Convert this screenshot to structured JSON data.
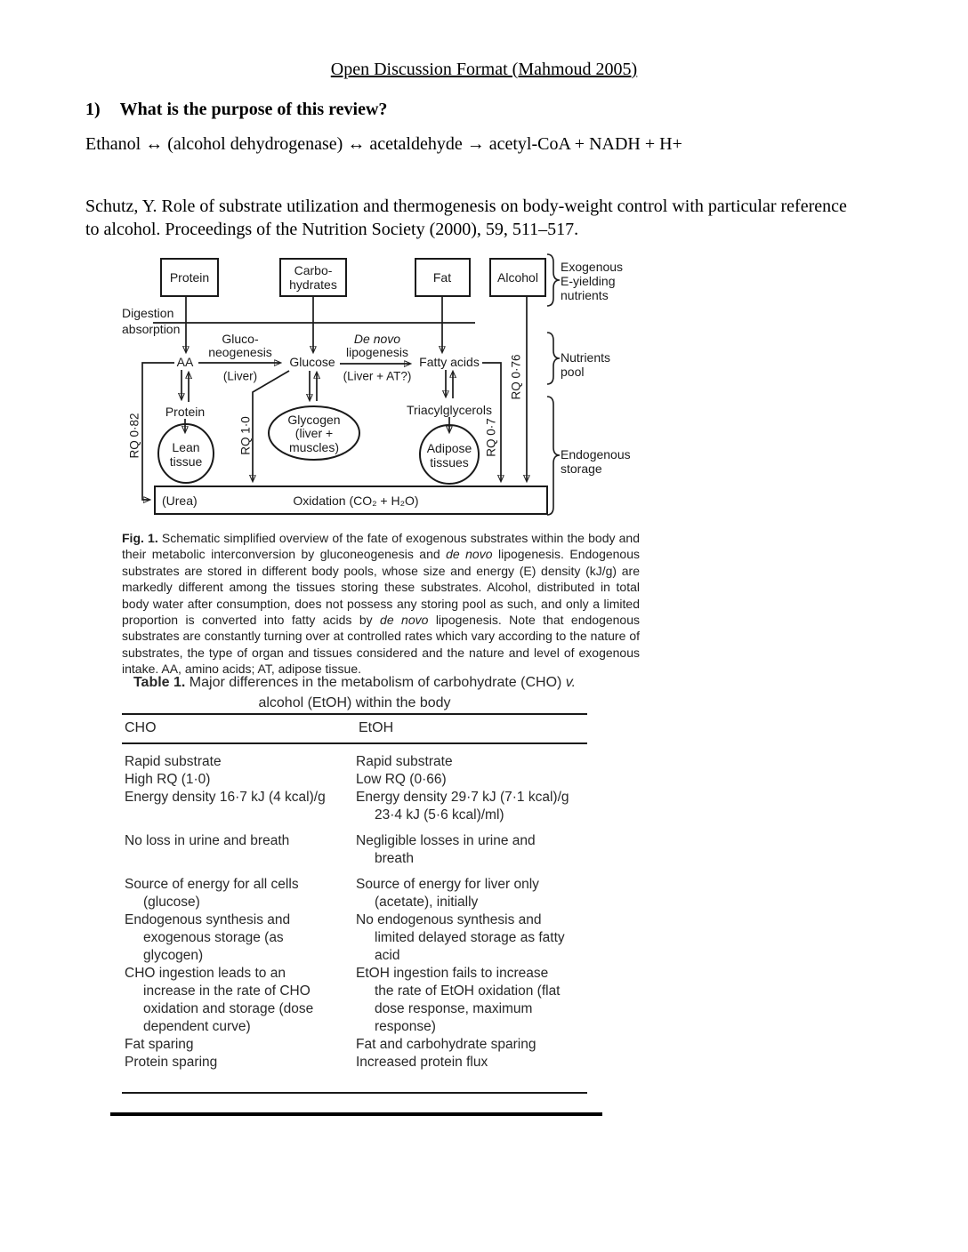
{
  "doc": {
    "title": "Open Discussion Format (Mahmoud 2005)",
    "question_number": "1)",
    "question_text": "What is the purpose of this review?",
    "equation": "Ethanol ↔ (alcohol dehydrogenase) ↔ acetaldehyde → acetyl-CoA + NADH + H+",
    "citation_lines": [
      "Schutz, Y. Role of substrate utilization and thermogenesis on body-weight control with particular reference",
      "to alcohol. Proceedings of the Nutrition Society (2000), 59, 511–517."
    ]
  },
  "figure": {
    "box_protein": "Protein",
    "box_carbo_1": "Carbo-",
    "box_carbo_2": "hydrates",
    "box_fat": "Fat",
    "box_alcohol": "Alcohol",
    "digestion_1": "Digestion",
    "digestion_2": "absorption",
    "aa": "AA",
    "glucose": "Glucose",
    "fatty_acids": "Fatty acids",
    "gluconeo_1": "Gluco-",
    "gluconeo_2": "neogenesis",
    "gluconeo_sub": "(Liver)",
    "denovo_1": "De novo",
    "denovo_2": "lipogenesis",
    "denovo_sub": "(Liver + AT?)",
    "protein_pool": "Protein",
    "lean_1": "Lean",
    "lean_2": "tissue",
    "glycogen_1": "Glycogen",
    "glycogen_2": "(liver +",
    "glycogen_3": "muscles)",
    "triacyl": "Triacylglycerols",
    "adipose_1": "Adipose",
    "adipose_2": "tissues",
    "rq_082": "RQ 0·82",
    "rq_10": "RQ 1·0",
    "rq_07": "RQ 0·7",
    "rq_076": "RQ 0·76",
    "urea": "(Urea)",
    "oxidation": "Oxidation (CO₂ + H₂O)",
    "brace_exo_1": "Exogenous",
    "brace_exo_2": "E-yielding",
    "brace_exo_3": "nutrients",
    "brace_nut_1": "Nutrients",
    "brace_nut_2": "pool",
    "brace_endo_1": "Endogenous",
    "brace_endo_2": "storage",
    "caption_segments": [
      {
        "t": "Fig. 1.",
        "b": 1
      },
      {
        "t": " Schematic simplified overview of the fate of exogenous substrates within the body and their metabolic interconversion by gluconeogenesis and "
      },
      {
        "t": "de novo",
        "i": 1
      },
      {
        "t": " lipogenesis. Endogenous substrates are stored in different body pools, whose size and energy (E) density (kJ/g) are markedly different among the tissues storing these substrates. Alcohol, distributed in total body water after consumption, does not possess any storing pool as such, and only a limited proportion is converted into fatty acids by "
      },
      {
        "t": "de novo",
        "i": 1
      },
      {
        "t": " lipogenesis. Note that endogenous substrates are constantly turning over at controlled rates which vary according to the nature of substrates, the type of organ and tissues considered and the nature and level of exogenous intake. AA, amino acids; AT, adipose tissue."
      }
    ]
  },
  "table": {
    "title_segments": [
      {
        "t": "Table 1.",
        "b": 1
      },
      {
        "t": "  Major differences in the metabolism of carbohydrate (CHO) "
      },
      {
        "t": "v.",
        "i": 1
      },
      {
        "t": " alcohol (EtOH) within the body"
      }
    ],
    "headers": [
      "CHO",
      "EtOH"
    ],
    "rows": [
      {
        "cho": "Rapid substrate",
        "etoh": "Rapid substrate"
      },
      {
        "cho": "High RQ (1·0)",
        "etoh": "Low RQ (0·66)"
      },
      {
        "cho": "Energy density 16·7 kJ (4 kcal)/g",
        "etoh": "Energy density 29·7 kJ (7·1 kcal)/g\n23·4 kJ (5·6 kcal)/ml)"
      },
      {
        "cho": "No loss in urine and breath",
        "etoh": "Negligible losses in urine and\nbreath"
      },
      {
        "cho": "Source of energy for all cells\n(glucose)",
        "etoh": "Source of energy for liver only\n(acetate), initially"
      },
      {
        "cho": "Endogenous synthesis and\nexogenous storage (as\nglycogen)",
        "etoh": "No endogenous synthesis and\nlimited delayed storage as fatty\nacid"
      },
      {
        "cho": "CHO ingestion leads to an\nincrease in the rate of CHO\noxidation and storage (dose\ndependent curve)",
        "etoh": "EtOH ingestion fails to increase\nthe rate of EtOH oxidation (flat\ndose response, maximum\nresponse)"
      },
      {
        "cho": "Fat sparing",
        "etoh": "Fat and carbohydrate sparing"
      },
      {
        "cho": "Protein sparing",
        "etoh": "Increased protein flux"
      }
    ]
  }
}
